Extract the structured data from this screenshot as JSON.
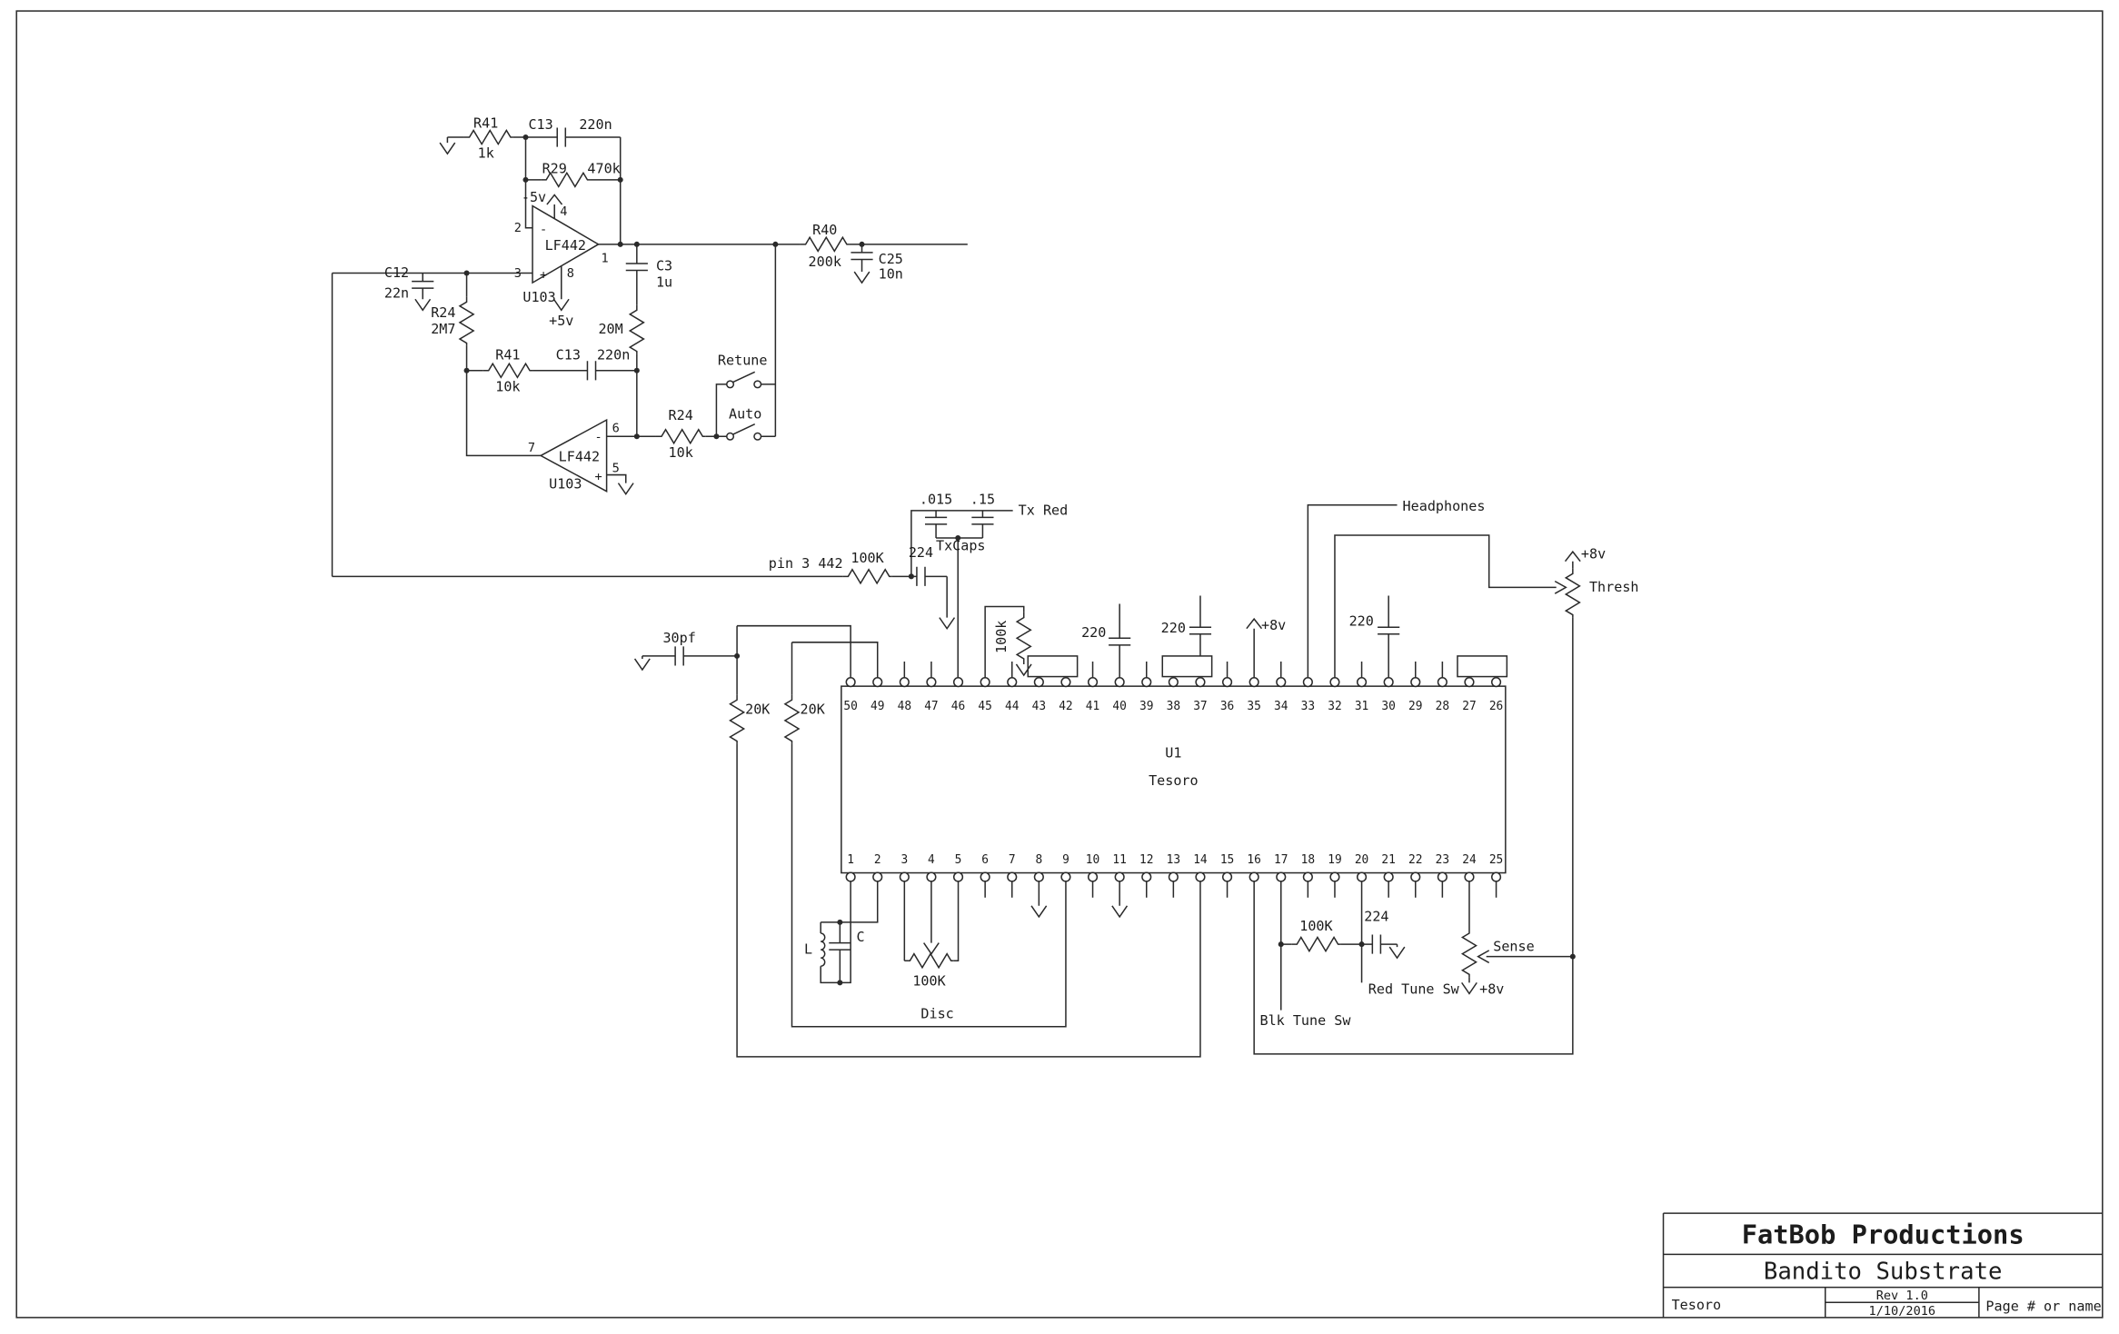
{
  "page": {
    "background": "#ffffff",
    "line_color": "#2a2a2a"
  },
  "title_block": {
    "company": "FatBob Productions",
    "drawing_title": "Bandito Substrate",
    "author": "Tesoro",
    "rev": "Rev 1.0",
    "date": "1/10/2016",
    "page_label": "Page # or name"
  },
  "ic": {
    "ref": "U1",
    "name": "Tesoro",
    "top_pins": [
      "50",
      "49",
      "48",
      "47",
      "46",
      "45",
      "44",
      "43",
      "42",
      "41",
      "40",
      "39",
      "38",
      "37",
      "36",
      "35",
      "34",
      "33",
      "32",
      "31",
      "30",
      "29",
      "28",
      "27",
      "26"
    ],
    "bottom_pins": [
      "1",
      "2",
      "3",
      "4",
      "5",
      "6",
      "7",
      "8",
      "9",
      "10",
      "11",
      "12",
      "13",
      "14",
      "15",
      "16",
      "17",
      "18",
      "19",
      "20",
      "21",
      "22",
      "23",
      "24",
      "25"
    ]
  },
  "labels": {
    "r41a_ref": "R41",
    "r41a_val": "1k",
    "c13a_ref": "C13",
    "c13a_val": "220n",
    "r29_ref": "R29",
    "r29_val": "470k",
    "u103a_supply_neg": "-5v",
    "u103a_supply_pos": "+5v",
    "u103a_pin1": "1",
    "u103a_pin2": "2",
    "u103a_pin3": "3",
    "u103a_pin4": "4",
    "u103a_pin8": "8",
    "u103a_part": "LF442",
    "u103a_ref": "U103",
    "u103a_minus": "-",
    "u103a_plus": "+",
    "c3_ref": "C3",
    "c3_val": "1u",
    "r20m_val": "20M",
    "c12_ref": "C12",
    "c12_val": "22n",
    "r24a_ref": "R24",
    "r24a_val": "2M7",
    "r41b_ref": "R41",
    "r41b_val": "10k",
    "c13b_ref": "C13",
    "c13b_val": "220n",
    "u103b_pin5": "5",
    "u103b_pin6": "6",
    "u103b_pin7": "7",
    "u103b_part": "LF442",
    "u103b_ref": "U103",
    "u103b_minus": "-",
    "u103b_plus": "+",
    "r24b_ref": "R24",
    "r24b_val": "10k",
    "sw_retune": "Retune",
    "sw_auto": "Auto",
    "r40_ref": "R40",
    "r40_val": "200k",
    "c25_ref": "C25",
    "c25_val": "10n",
    "net_pin3_442": "pin 3 442",
    "r100k_tx": "100K",
    "c224_tx": "224",
    "cap_015": ".015",
    "cap_15": ".15",
    "net_tx_red": "Tx Red",
    "txcaps": "TxCaps",
    "r100k_vert": "100k",
    "c220_a": "220",
    "c220_b": "220",
    "c220_c": "220",
    "supply_8v_a": "+8v",
    "supply_8v_b": "+8v",
    "supply_8v_c": "+8v",
    "net_headphones": "Headphones",
    "pot_thresh": "Thresh",
    "c30pf": "30pf",
    "r20k_a": "20K",
    "r20k_b": "20K",
    "ind_l": "L",
    "cap_c": "C",
    "pot_disc_val": "100K",
    "pot_disc_name": "Disc",
    "r100k_tune": "100K",
    "c224_tune": "224",
    "net_blk_tune": "Blk Tune Sw",
    "net_red_tune": "Red Tune Sw",
    "pot_sense": "Sense"
  }
}
